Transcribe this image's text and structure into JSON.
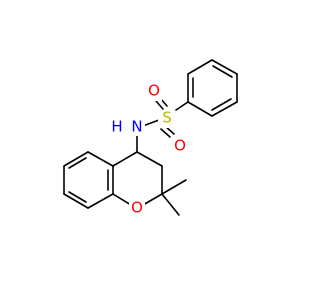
{
  "molecule": {
    "atoms": {
      "nitrogen": {
        "label": "N",
        "color": "#0000ff"
      },
      "hydrogen": {
        "label": "H",
        "color": "#0000ff"
      },
      "sulfur": {
        "label": "S",
        "color": "#b8b800"
      },
      "oxygen_top": {
        "label": "O",
        "color": "#ff0000"
      },
      "oxygen_bottom": {
        "label": "O",
        "color": "#ff0000"
      },
      "oxygen_ring": {
        "label": "O",
        "color": "#ff0000"
      }
    }
  }
}
